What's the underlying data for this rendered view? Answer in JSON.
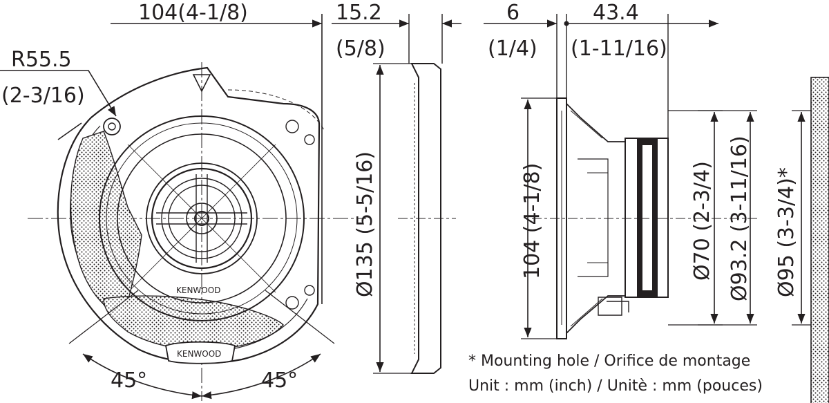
{
  "front": {
    "width_label": "104(4-1/8)",
    "radius_label": "R55.5",
    "radius_inch_label": "(2-3/16)",
    "angle_left": "45°",
    "angle_right": "45°",
    "brand_upper": "KENWOOD",
    "brand_lower": "KENWOOD"
  },
  "side": {
    "depth_label": "15.2",
    "depth_inch_label": "(5/8)",
    "diameter_label": "Ø135 (5-5/16)"
  },
  "profile": {
    "flange_label": "6",
    "flange_inch_label": "(1/4)",
    "depth_label": "43.4",
    "depth_inch_label": "(1-11/16)",
    "height_label": "104 (4-1/8)",
    "magnet_label": "Ø70 (2-3/4)",
    "basket_label": "Ø93.2 (3-11/16)",
    "hole_label": "Ø95 (3-3/4)*"
  },
  "notes": {
    "mounting": "* Mounting hole / Orifice de montage",
    "unit": "Unit : mm (inch) / Unitè : mm (pouces)"
  },
  "colors": {
    "line": "#231f20",
    "background": "#ffffff"
  }
}
